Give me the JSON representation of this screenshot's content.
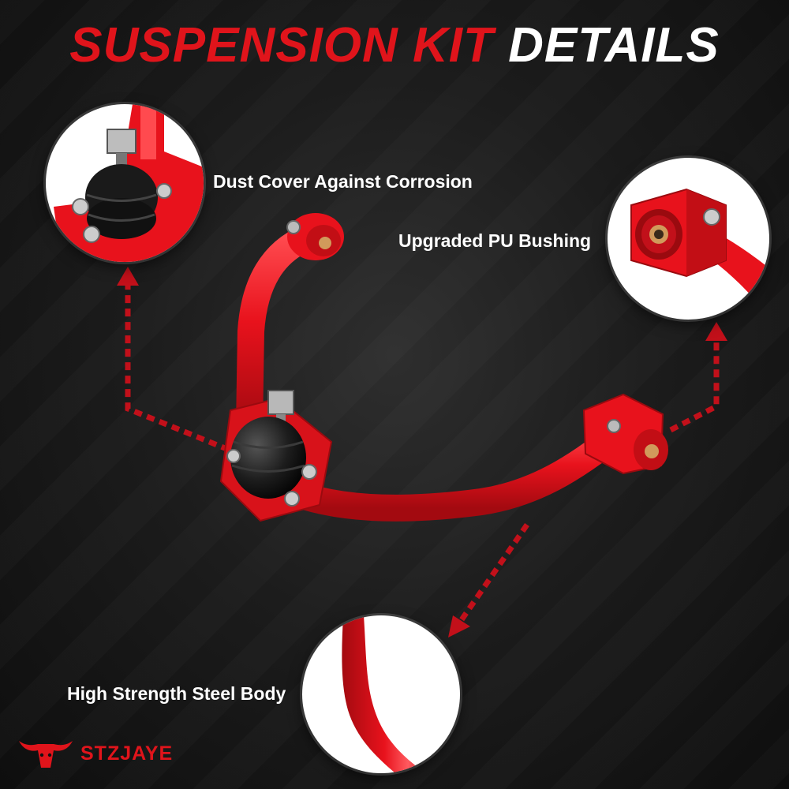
{
  "title": {
    "part1": "SUSPENSION KIT",
    "part2": "DETAILS"
  },
  "callouts": {
    "dust_cover": "Dust Cover Against Corrosion",
    "pu_bushing": "Upgraded PU Bushing",
    "steel_body": "High Strength Steel Body"
  },
  "brand": {
    "name": "STZJAYE",
    "logo_icon": "bull-head-icon"
  },
  "colors": {
    "accent_red": "#e0141b",
    "part_red": "#e8121c",
    "background": "#1a1a1a",
    "callout_text": "#ffffff"
  },
  "icons": [
    "ball-joint-icon",
    "bushing-icon",
    "steel-tube-icon",
    "bull-head-icon"
  ]
}
